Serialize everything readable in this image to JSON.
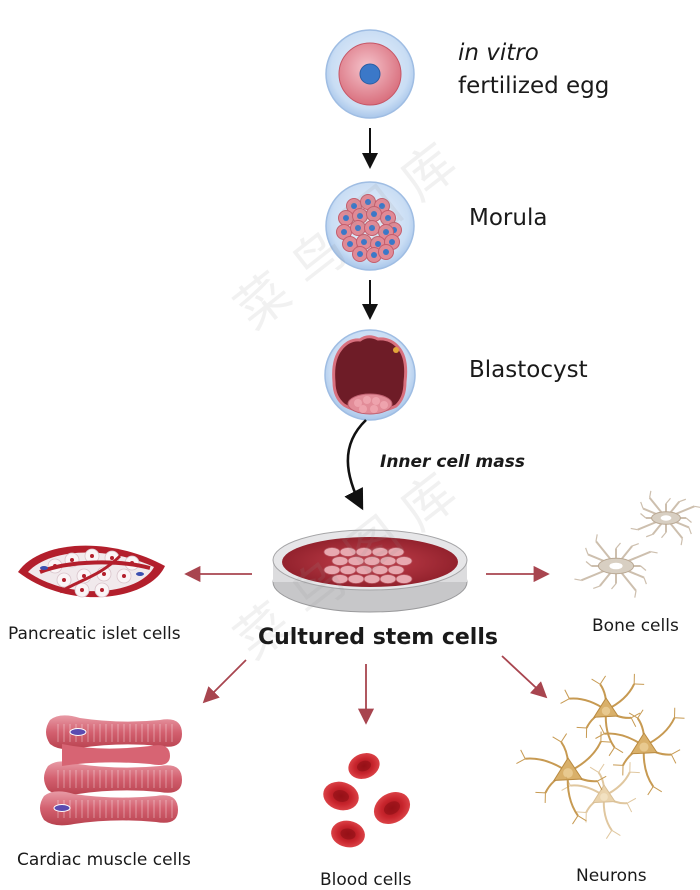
{
  "stages": {
    "egg": {
      "line1": "in vitro",
      "line2": "fertilized egg"
    },
    "morula": "Morula",
    "blastocyst": "Blastocyst"
  },
  "inner_cell_mass": "Inner cell mass",
  "center": "Cultured stem cells",
  "cells": {
    "pancreatic": "Pancreatic islet cells",
    "bone": "Bone cells",
    "cardiac": "Cardiac muscle cells",
    "blood": "Blood cells",
    "neurons": "Neurons"
  },
  "watermark": "菜鸟图库",
  "colors": {
    "cell_pink": "#e08a96",
    "nucleus_blue": "#3b78c8",
    "membrane_blue": "#c7dcf5",
    "arrow_black": "#111111",
    "arrow_red": "#a8454f",
    "blood_red": "#c9202a",
    "bone_beige": "#d8cfc2",
    "neuron_tan": "#d9b06a"
  }
}
